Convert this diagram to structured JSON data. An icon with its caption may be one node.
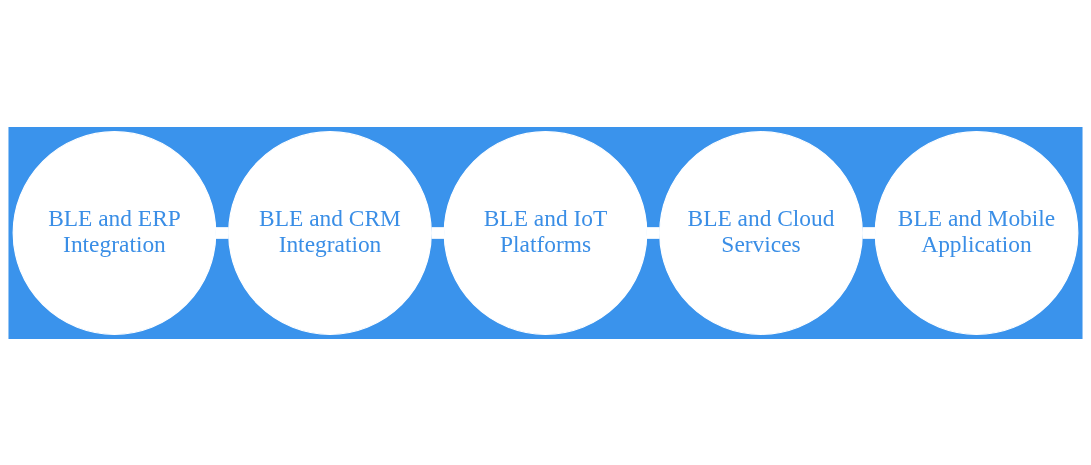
{
  "diagram": {
    "nodes": [
      {
        "text": [
          "BLE and ERP Integration"
        ]
      },
      {
        "text": [
          "BLE and CRM Integration"
        ]
      },
      {
        "text": [
          "BLE and IoT Platforms"
        ]
      },
      {
        "text": [
          "BLE and Cloud Services"
        ]
      },
      {
        "text": [
          "BLE and Mobile Application"
        ]
      }
    ],
    "edges": [
      {
        "from": 0,
        "to": 1,
        "arrow": "none"
      },
      {
        "from": 1,
        "to": 2,
        "arrow": "none"
      },
      {
        "from": 2,
        "to": 3,
        "arrow": "none"
      },
      {
        "from": 3,
        "to": 4,
        "arrow": "none"
      }
    ]
  }
}
